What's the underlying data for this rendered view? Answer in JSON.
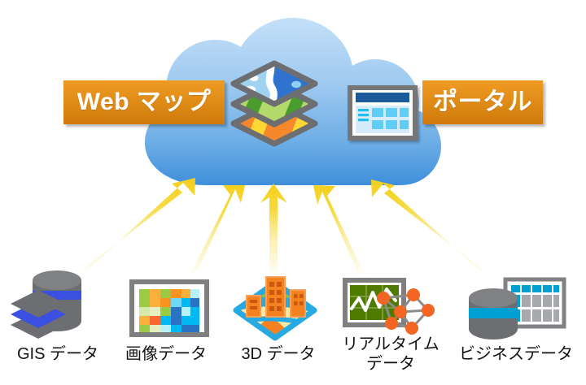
{
  "diagram": {
    "title_visible": false,
    "cloud": {
      "name": "cloud-shape",
      "color_top": "#b6d8f5",
      "color_bottom": "#4795dd"
    },
    "arrow_color": "#f5d738",
    "accent_orange": "#e08d18",
    "chips": [
      {
        "id": "webmap",
        "label": "Web マップ"
      },
      {
        "id": "portal",
        "label": "ポータル"
      }
    ],
    "cloud_icons": [
      {
        "id": "map-layers",
        "name": "map-layers-icon",
        "colors": [
          "#3d7fd6",
          "#7ec6ef",
          "#6cbb45",
          "#f59b23",
          "#f5d021"
        ]
      },
      {
        "id": "portal-window",
        "name": "portal-window-icon",
        "colors": [
          "#1a5c9c",
          "#4ec3f0",
          "#cfe8f8",
          "#808080"
        ]
      }
    ],
    "sources": [
      {
        "id": "gis",
        "label": "GIS データ",
        "icon": "gis-data-icon",
        "icon_colors": [
          "#6d6e71",
          "#3b4fe0"
        ]
      },
      {
        "id": "imagery",
        "label": "画像データ",
        "icon": "imagery-data-icon",
        "icon_colors": [
          "#8dc63f",
          "#fbb03b",
          "#00b9f2",
          "#2a72c4",
          "#7f7f7f"
        ]
      },
      {
        "id": "threed",
        "label": "3D データ",
        "icon": "three-d-data-icon",
        "icon_colors": [
          "#27a9e1",
          "#f58220",
          "#8dc63f",
          "#fdd835"
        ]
      },
      {
        "id": "realtime",
        "label": "リアルタイム\nデータ",
        "icon": "realtime-data-icon",
        "icon_colors": [
          "#4f7a00",
          "#f26522",
          "#808080"
        ]
      },
      {
        "id": "business",
        "label": "ビジネスデータ",
        "icon": "business-data-icon",
        "icon_colors": [
          "#6d6e71",
          "#00a0d2",
          "#a7a9ac"
        ]
      }
    ],
    "arrows": [
      {
        "id": "arrow-gis",
        "from": "gis",
        "to": "cloud"
      },
      {
        "id": "arrow-imagery",
        "from": "imagery",
        "to": "cloud"
      },
      {
        "id": "arrow-3d",
        "from": "threed",
        "to": "cloud"
      },
      {
        "id": "arrow-realtime",
        "from": "realtime",
        "to": "cloud"
      },
      {
        "id": "arrow-business",
        "from": "business",
        "to": "cloud"
      }
    ]
  }
}
